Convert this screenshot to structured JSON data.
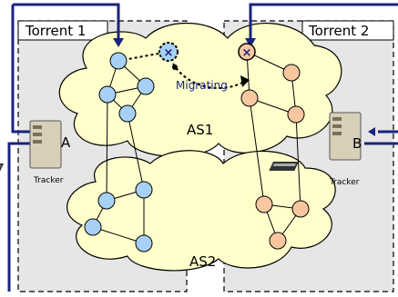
{
  "torrents": {
    "left": "Torrent 1",
    "right": "Torrent 2"
  },
  "as_labels": {
    "top": "AS1",
    "bottom": "AS2"
  },
  "trackers": {
    "a": {
      "letter": "A",
      "caption": "Tracker"
    },
    "b": {
      "letter": "B",
      "caption": "Tracker"
    }
  },
  "annotations": {
    "migrating": "Migrating"
  },
  "colors": {
    "cloud_fill": "#ffffcc",
    "panel_fill": "#e6e6e6",
    "blue_node": "#a7d0f5",
    "orange_node": "#f8c79f",
    "link_line": "#1a237e"
  }
}
